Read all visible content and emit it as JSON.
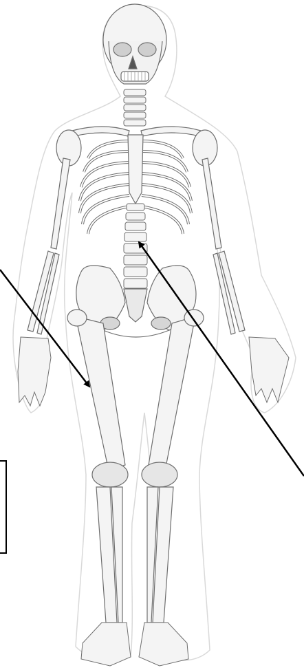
{
  "figure": {
    "subject": "human-skeleton-anterior-view",
    "colors": {
      "bone_fill": "#f4f4f4",
      "bone_line": "#6e6e6e",
      "shade": "#c9c9c9",
      "silhouette": "#d9d9d9",
      "pointer": "#000000"
    }
  },
  "pointers": [
    {
      "name": "arrow-to-femur",
      "target": "femur"
    },
    {
      "name": "arrow-to-lumbar-vertebrae",
      "target": "lumbar-vertebrae"
    }
  ],
  "label_box": {
    "text": ""
  }
}
